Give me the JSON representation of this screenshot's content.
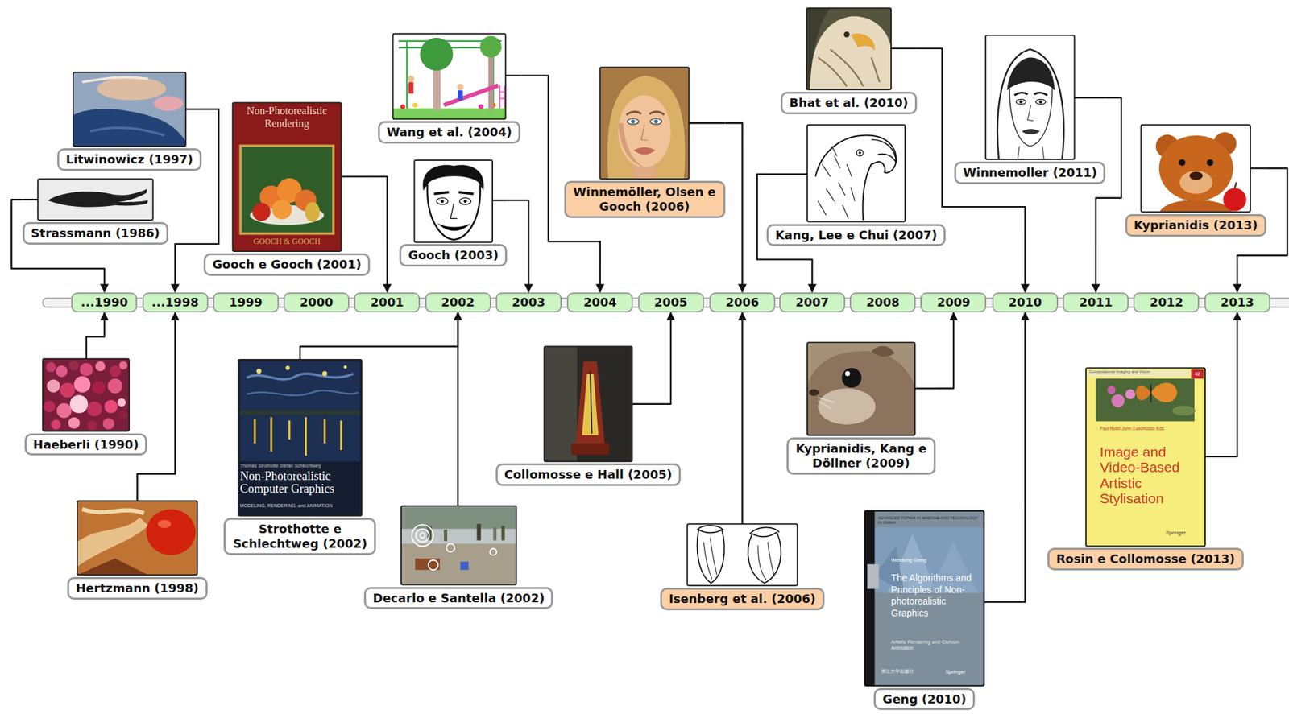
{
  "diagram": {
    "nodes": [
      {
        "text": [
          "...1990"
        ]
      },
      {
        "text": [
          "...1998"
        ]
      },
      {
        "text": [
          "1999"
        ]
      },
      {
        "text": [
          "2000"
        ]
      },
      {
        "text": [
          "2001"
        ]
      },
      {
        "text": [
          "2002"
        ]
      },
      {
        "text": [
          "2003"
        ]
      },
      {
        "text": [
          "2004"
        ]
      },
      {
        "text": [
          "2005"
        ]
      },
      {
        "text": [
          "2006"
        ]
      },
      {
        "text": [
          "2007"
        ]
      },
      {
        "text": [
          "2008"
        ]
      },
      {
        "text": [
          "2009"
        ]
      },
      {
        "text": [
          "2010"
        ]
      },
      {
        "text": [
          "2011"
        ]
      },
      {
        "text": [
          "2012"
        ]
      },
      {
        "text": [
          "2013"
        ]
      },
      {
        "text": [
          "Strassmann (1986)"
        ]
      },
      {
        "text": [
          "Haeberli (1990)"
        ]
      },
      {
        "text": [
          "Litwinowicz (1997)"
        ]
      },
      {
        "text": [
          "Hertzmann (1998)"
        ]
      },
      {
        "text": [
          "Gooch e Gooch (2001)"
        ]
      },
      {
        "text": [
          "Strothotte e Schlechtweg (2002)"
        ]
      },
      {
        "text": [
          "Decarlo e Santella (2002)"
        ]
      },
      {
        "text": [
          "Gooch (2003)"
        ]
      },
      {
        "text": [
          "Wang et al. (2004)"
        ]
      },
      {
        "text": [
          "Collomosse e Hall (2005)"
        ]
      },
      {
        "text": [
          "Winnemöller, Olsen e Gooch (2006)"
        ]
      },
      {
        "text": [
          "Isenberg et al. (2006)"
        ]
      },
      {
        "text": [
          "Kang, Lee e Chui (2007)"
        ]
      },
      {
        "text": [
          "Kyprianidis, Kang e Döllner (2009)"
        ]
      },
      {
        "text": [
          "Bhat et al. (2010)"
        ]
      },
      {
        "text": [
          "Geng (2010)"
        ]
      },
      {
        "text": [
          "Winnemoller (2011)"
        ]
      },
      {
        "text": [
          "Kyprianidis (2013)"
        ]
      },
      {
        "text": [
          "Rosin e Collomosse (2013)"
        ]
      }
    ],
    "edges": [
      {
        "from": 17,
        "to": 0,
        "arrow": "to"
      },
      {
        "from": 18,
        "to": 0,
        "arrow": "to"
      },
      {
        "from": 19,
        "to": 1,
        "arrow": "to"
      },
      {
        "from": 20,
        "to": 1,
        "arrow": "to"
      },
      {
        "from": 21,
        "to": 4,
        "arrow": "to"
      },
      {
        "from": 22,
        "to": 5,
        "arrow": "to"
      },
      {
        "from": 23,
        "to": 5,
        "arrow": "to"
      },
      {
        "from": 24,
        "to": 6,
        "arrow": "to"
      },
      {
        "from": 25,
        "to": 7,
        "arrow": "to"
      },
      {
        "from": 26,
        "to": 8,
        "arrow": "to"
      },
      {
        "from": 27,
        "to": 9,
        "arrow": "to"
      },
      {
        "from": 28,
        "to": 9,
        "arrow": "to"
      },
      {
        "from": 29,
        "to": 10,
        "arrow": "to"
      },
      {
        "from": 30,
        "to": 12,
        "arrow": "to"
      },
      {
        "from": 31,
        "to": 13,
        "arrow": "to"
      },
      {
        "from": 32,
        "to": 13,
        "arrow": "to"
      },
      {
        "from": 33,
        "to": 14,
        "arrow": "to"
      },
      {
        "from": 34,
        "to": 16,
        "arrow": "to"
      },
      {
        "from": 35,
        "to": 16,
        "arrow": "to"
      }
    ],
    "labels": [
      "Non-Photorealistic Rendering",
      "GOOCH & GOOCH",
      "Thomas Strothotte Stefan Schlechtweg",
      "Non-Photorealistic Computer Graphics",
      "MODELING, RENDERING, and ANIMATION",
      "ADVANCED TOPICS IN SCIENCE AND TECHNOLOGY IN CHINA",
      "Weidong Geng",
      "The Algorithms and Principles of Non-photorealistic Graphics",
      "Artistic Rendering and Cartoon Animation",
      "Springer",
      "浙江大学出版社",
      "Computational Imaging and Vision",
      "42",
      "Paul Rosin John Collomosse Eds.",
      "Image and Video-Based Artistic Stylisation",
      "Springer"
    ]
  }
}
